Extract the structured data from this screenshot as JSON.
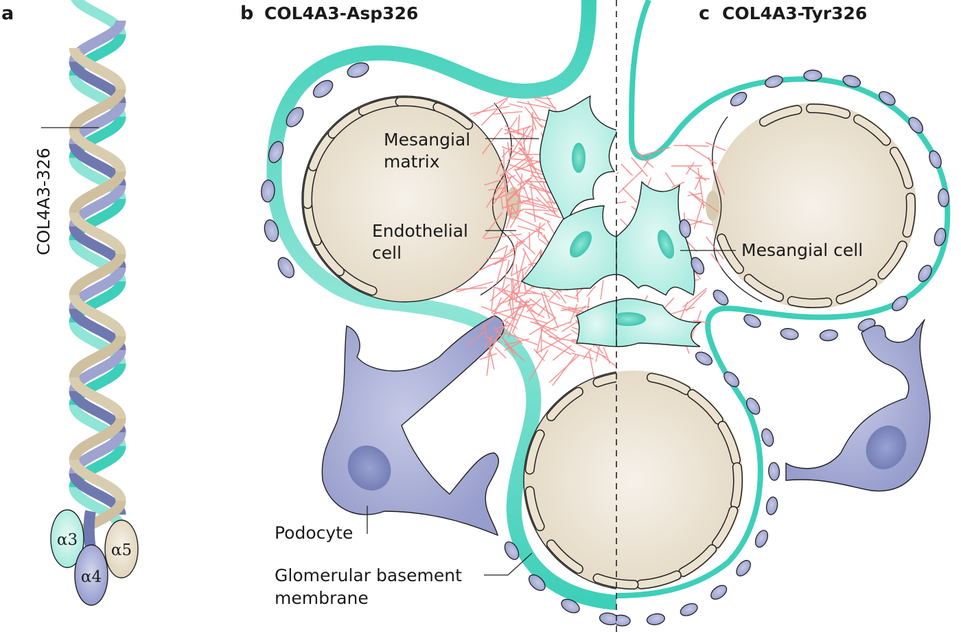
{
  "figure": {
    "panels": [
      {
        "letter": "a",
        "title": ""
      },
      {
        "letter": "b",
        "title": "COL4A3-Asp326"
      },
      {
        "letter": "c",
        "title": "COL4A3-Tyr326"
      }
    ],
    "panel_a": {
      "helix_label": "COL4A3-326",
      "chains": [
        {
          "name": "α3",
          "color": "#8fe5d6"
        },
        {
          "name": "α4",
          "color": "#6f79b0"
        },
        {
          "name": "α5",
          "color": "#d9cdb0"
        }
      ]
    },
    "labels": {
      "mesangial_matrix": [
        "Mesangial",
        "matrix"
      ],
      "endothelial_cell": [
        "Endothelial",
        "cell"
      ],
      "mesangial_cell": "Mesangial cell",
      "podocyte": "Podocyte",
      "gbm": [
        "Glomerular basement",
        "membrane"
      ]
    },
    "colors": {
      "gbm_teal": "#3dcfb9",
      "gbm_light": "#8fe5d6",
      "podocyte": "#a3a8d4",
      "podocyte_nucleus": "#717cb3",
      "capillary": "#e7dcc7",
      "mesangial_cell": "#bff0e6",
      "mesangial_nucleus": "#3cc6b0",
      "matrix_fibres": "#f58d8d"
    }
  }
}
